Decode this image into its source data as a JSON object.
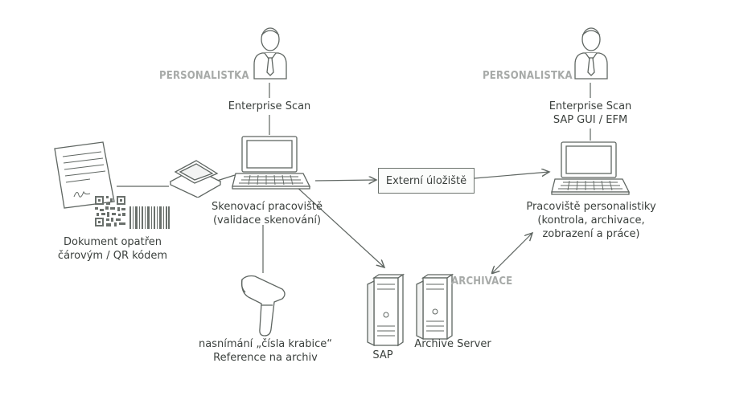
{
  "roles": {
    "left": "PERSONALISTKA",
    "right": "PERSONALISTKA",
    "archive": "ARCHIVACE"
  },
  "labels": {
    "left_app": "Enterprise Scan",
    "right_app_1": "Enterprise Scan",
    "right_app_2": "SAP GUI / EFM",
    "document_1": "Dokument opatřen",
    "document_2": "čárovým / QR kódem",
    "scan_station_1": "Skenovací pracoviště",
    "scan_station_2": "(validace skenování)",
    "hr_station_1": "Pracoviště personalistiky",
    "hr_station_2": "(kontrola, archivace,",
    "hr_station_3": "zobrazení a práce)",
    "external_storage": "Externí úložiště",
    "barcode_1": "nasnímání „čísla krabice“",
    "barcode_2": "Reference na archiv",
    "sap": "SAP",
    "archive_server": "Archive Server"
  },
  "colors": {
    "stroke": "#5f6662",
    "muted": "#a7aaa8",
    "text": "#3b403d"
  }
}
